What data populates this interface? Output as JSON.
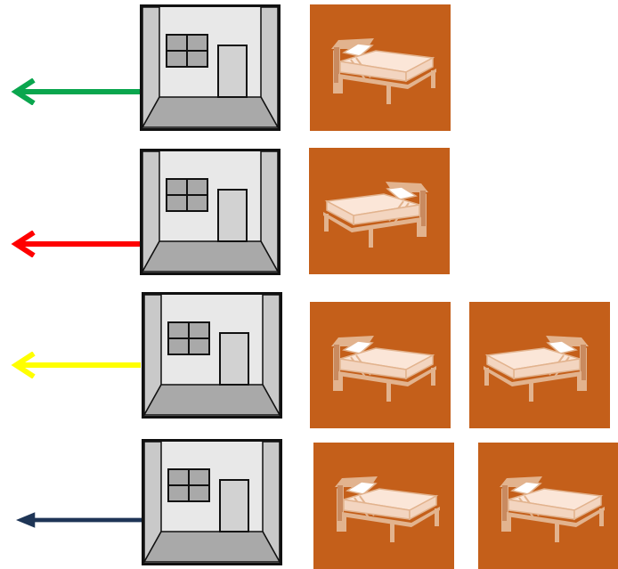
{
  "colors": {
    "tile_background": "#c45f1a",
    "bed_frame": "#e2b38e",
    "bed_sheet": "#fbe6d8",
    "room_frame": "#111111",
    "room_wall": "#e8e8e8",
    "room_side_wall": "#c8c8c8",
    "room_floor": "#a8a8a8"
  },
  "rows": [
    {
      "arrow_color": "#0aa64e",
      "arrow_icon": "left-arrow",
      "beds": [
        {
          "icon": "bed-icon",
          "facing": "left"
        }
      ]
    },
    {
      "arrow_color": "#ff0000",
      "arrow_icon": "left-arrow",
      "beds": [
        {
          "icon": "bed-icon",
          "facing": "right"
        }
      ]
    },
    {
      "arrow_color": "#ffff00",
      "arrow_icon": "left-arrow",
      "beds": [
        {
          "icon": "bed-icon",
          "facing": "left"
        },
        {
          "icon": "bed-icon",
          "facing": "right"
        }
      ]
    },
    {
      "arrow_color": "#1e3556",
      "arrow_icon": "left-arrow",
      "beds": [
        {
          "icon": "bed-icon",
          "facing": "left"
        },
        {
          "icon": "bed-icon",
          "facing": "left"
        }
      ]
    }
  ]
}
